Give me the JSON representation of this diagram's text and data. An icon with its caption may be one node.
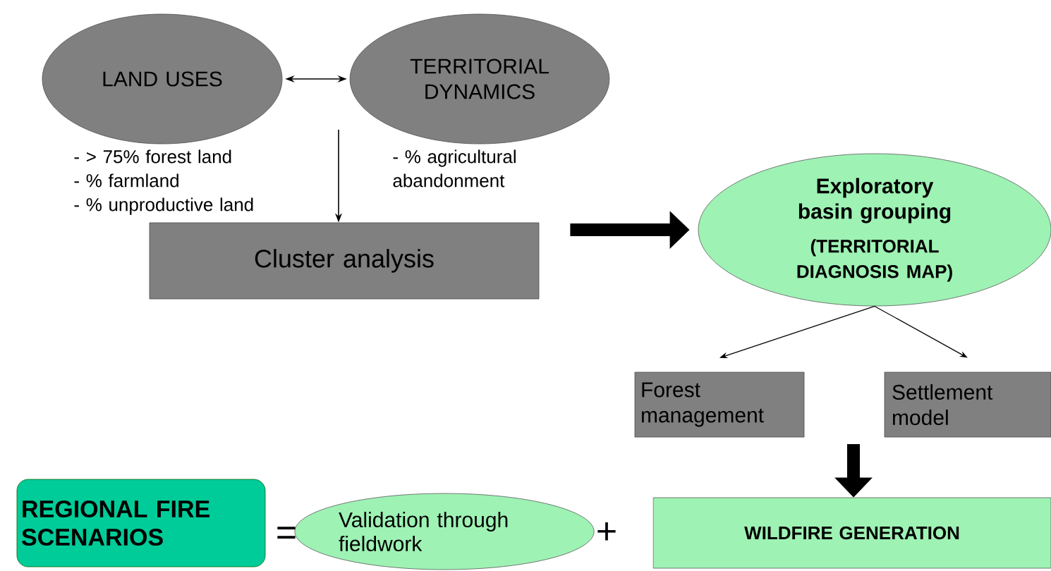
{
  "diagram": {
    "nodes": [
      {
        "text": [
          "LAND USES"
        ],
        "beside": [
          "- > 75% forest land",
          "- % farmland",
          "- % unproductive land"
        ]
      },
      {
        "text": [
          "TERRITORIAL DYNAMICS"
        ],
        "beside": [
          "- % agricultural abandonment"
        ]
      },
      {
        "text": [
          "Cluster analysis"
        ]
      },
      {
        "text": [
          "Exploratory basin grouping",
          "(TERRITORIAL DIAGNOSIS MAP)"
        ]
      },
      {
        "text": [
          "Forest management"
        ]
      },
      {
        "text": [
          "Settlement model"
        ]
      },
      {
        "text": [
          "REGIONAL FIRE SCENARIOS"
        ]
      },
      {
        "text": [
          "Validation through fieldwork"
        ]
      },
      {
        "text": [
          "WILDFIRE GENERATION"
        ]
      }
    ],
    "edges": [
      {
        "from": 0,
        "to": 1,
        "arrow": "both"
      },
      {
        "from": null,
        "to": 2,
        "arrow": "to"
      },
      {
        "from": 2,
        "to": 3,
        "arrow": "to",
        "style": "thick"
      },
      {
        "from": 3,
        "to": 4,
        "arrow": "to"
      },
      {
        "from": 3,
        "to": 5,
        "arrow": "to"
      },
      {
        "from": null,
        "to": 8,
        "arrow": "to",
        "style": "thick"
      }
    ],
    "labels": [
      "=",
      "+"
    ]
  }
}
